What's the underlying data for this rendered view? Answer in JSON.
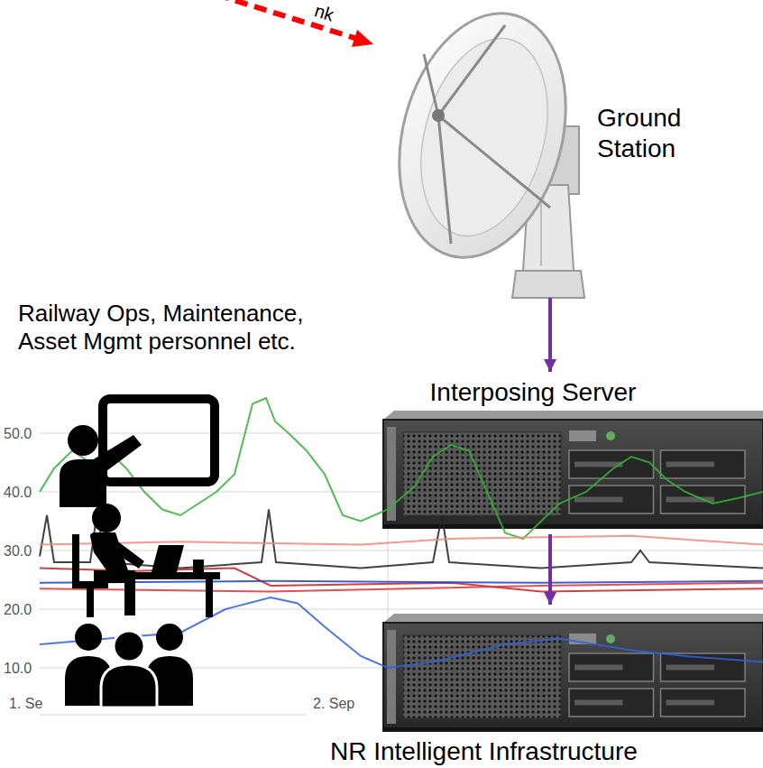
{
  "diagram": {
    "nodes": [
      {
        "text": [
          "Ground Station"
        ]
      },
      {
        "text": [
          "Interposing Server"
        ]
      },
      {
        "text": [
          "NR Intelligent Infrastructure"
        ]
      }
    ],
    "edges": [
      {
        "from": 0,
        "to": 1,
        "arrow": "to"
      },
      {
        "from": 1,
        "to": 2,
        "arrow": "to"
      }
    ],
    "labels": [
      "nk",
      "Railway Ops, Maintenance, Asset Mgmt personnel etc.",
      "50.0",
      "40.0",
      "30.0",
      "20.0",
      "10.0",
      "1. Se",
      "2. Sep"
    ]
  }
}
